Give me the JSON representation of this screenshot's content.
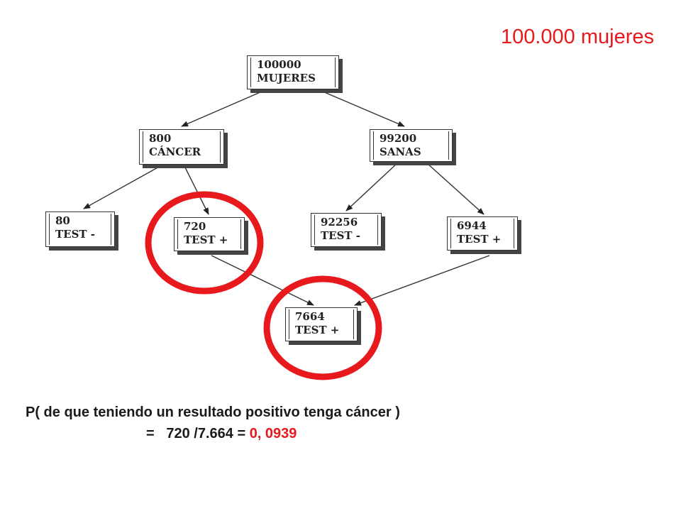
{
  "slide_title": "100.000 mujeres",
  "tree": {
    "root": {
      "value": "100000",
      "label": "MUJERES"
    },
    "cancer": {
      "value": "800",
      "label": "CÁNCER"
    },
    "healthy": {
      "value": "99200",
      "label": "SANAS"
    },
    "cancer_neg": {
      "value": "80",
      "label": "TEST -"
    },
    "cancer_pos": {
      "value": "720",
      "label": "TEST +"
    },
    "healthy_neg": {
      "value": "92256",
      "label": "TEST -"
    },
    "healthy_pos": {
      "value": "6944",
      "label": "TEST +"
    },
    "total_pos": {
      "value": "7664",
      "label": "TEST +"
    }
  },
  "highlight_color": "#e8191d",
  "formula": {
    "line1": "P( de que teniendo un resultado positivo tenga cáncer )",
    "line2_prefix": "=   720 /7.664 = ",
    "line2_result": "0, 0939"
  }
}
